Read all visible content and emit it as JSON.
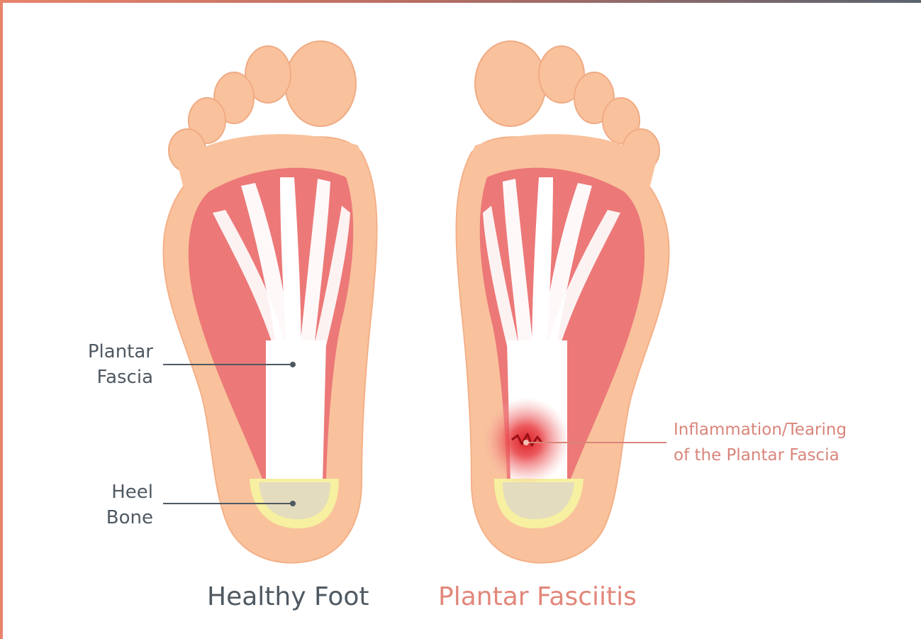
{
  "labels": {
    "plantar_fascia": [
      "Plantar",
      "Fascia"
    ],
    "heel_bone": [
      "Heel",
      "Bone"
    ],
    "inflammation": [
      "Inflammation/Tearing",
      "of the Plantar Fascia"
    ]
  },
  "captions": {
    "healthy": "Healthy Foot",
    "fasciitis": "Plantar Fasciitis"
  },
  "colors": {
    "skin": "#f9c29c",
    "skin_edge": "#f4b088",
    "muscle": "#ec7878",
    "fascia": "#ffffff",
    "heel_bone": "#e4dcbf",
    "heel_outline": "#f6f0a0",
    "leader_dark": "#4f5962",
    "leader_red": "#d9857a",
    "inflammation": "#e2262c",
    "caption_healthy": "#4f5962",
    "caption_fasciitis": "#e2877a"
  }
}
